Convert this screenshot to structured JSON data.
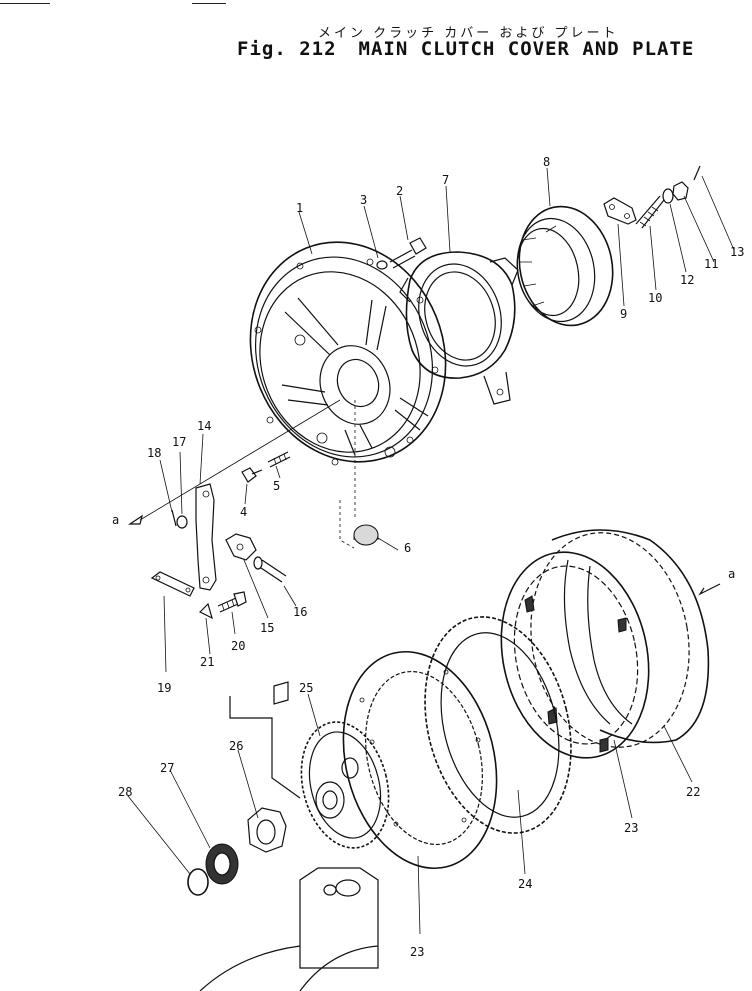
{
  "figure": {
    "title_jp": "メイン クラッチ カバー および プレート",
    "fig_label": "Fig. 212",
    "title_en": "MAIN CLUTCH COVER AND PLATE"
  },
  "callouts": {
    "p1": "1",
    "p2": "2",
    "p3": "3",
    "p4": "4",
    "p5": "5",
    "p6": "6",
    "p7": "7",
    "p8": "8",
    "p9": "9",
    "p10": "10",
    "p11": "11",
    "p12": "12",
    "p13": "13",
    "p14": "14",
    "p15": "15",
    "p16": "16",
    "p17": "17",
    "p18": "18",
    "p19": "19",
    "p20": "20",
    "p21": "21",
    "p22": "22",
    "p23a": "23",
    "p23b": "23",
    "p24": "24",
    "p25": "25",
    "p26": "26",
    "p27": "27",
    "p28": "28",
    "ref_a_left": "a",
    "ref_a_right": "a"
  }
}
